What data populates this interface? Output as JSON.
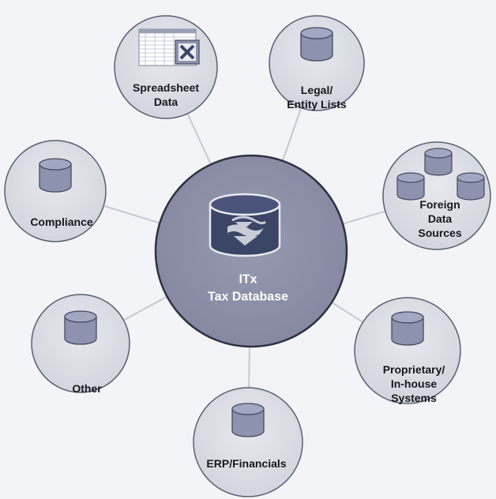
{
  "hub": {
    "title_line1": "ITx",
    "title_line2": "Tax Database"
  },
  "sources": {
    "spreadsheet": "Spreadsheet\nData",
    "legal": "Legal/\nEntity Lists",
    "foreign": "Foreign\nData Sources",
    "compliance": "Compliance",
    "other": "Other",
    "proprietary": "Proprietary/\nIn-house\nSystems",
    "erp": "ERP/Financials"
  },
  "colors": {
    "background": "#f3f4f8",
    "node_fill": "#d9dbe3",
    "node_stroke": "#5a5f70",
    "hub_fill": "#8c90a8",
    "hub_stroke": "#2e3140",
    "cylinder_fill": "#8d92ae",
    "cylinder_stroke": "#444a5e",
    "hub_icon": "#3b4566",
    "connector": "#c6c9d3",
    "spreadsheet_icon_green": "#1f6b3a"
  },
  "icons": {
    "hub": "database-icon",
    "spreadsheet": "excel-spreadsheet-icon",
    "legal": "database-icon",
    "foreign": "multiple-databases-icon",
    "compliance": "database-icon",
    "other": "database-icon",
    "proprietary": "database-icon",
    "erp": "database-icon"
  }
}
